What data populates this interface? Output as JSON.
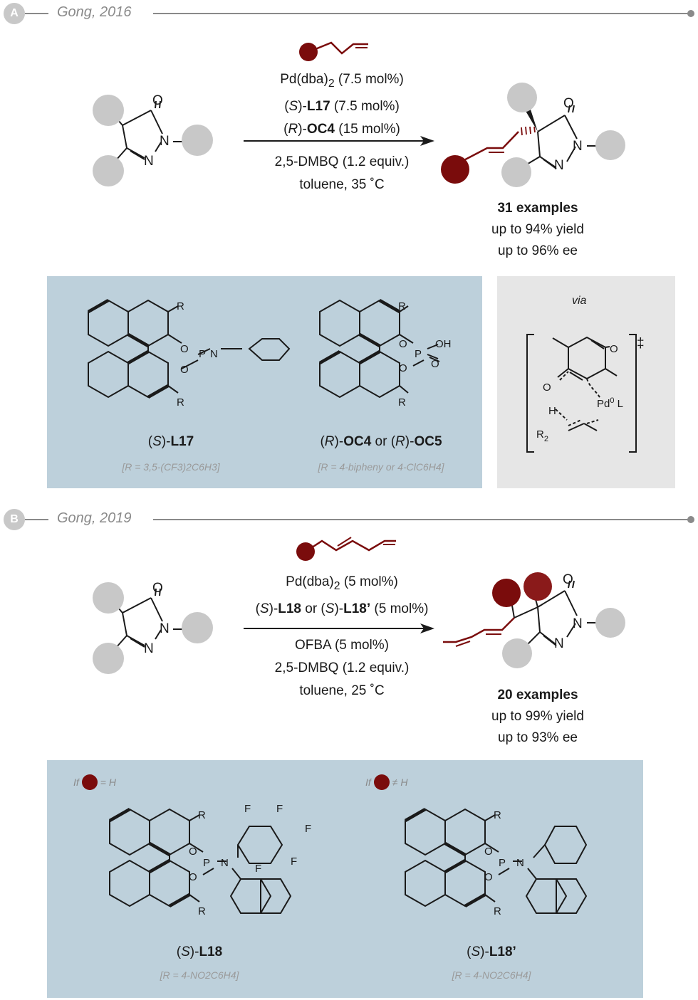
{
  "sectionA": {
    "badge": "A",
    "author": "Gong, 2016",
    "conditions": {
      "c1_pre": "Pd(dba)",
      "c1_sub": "2",
      "c1_post": " (7.5 mol%)",
      "c2_pre": "(",
      "c2_it": "S",
      "c2_mid": ")-",
      "c2_bold": "L17",
      "c2_post": " (7.5 mol%)",
      "c3_pre": "(",
      "c3_it": "R",
      "c3_mid": ")-",
      "c3_bold": "OC4",
      "c3_post": " (15 mol%)",
      "c4": "2,5-DMBQ (1.2 equiv.)",
      "c5": "toluene, 35 ˚C"
    },
    "result": {
      "examples": "31 examples",
      "yield": "up to 94% yield",
      "ee": "up to 96% ee"
    },
    "ligand1": {
      "cap_pre": "(",
      "cap_it": "S",
      "cap_mid": ")-",
      "cap_bold": "L17",
      "note": "[R = 3,5-(CF3)2C6H3]"
    },
    "ligand2": {
      "cap_pre": "(",
      "cap_it": "R",
      "cap_mid": ")-",
      "cap_bold": "OC4",
      "cap_or": " or (",
      "cap_it2": "R",
      "cap_mid2": ")-",
      "cap_bold2": "OC5",
      "note": "[R = 4-bipheny or 4-ClC6H4]"
    },
    "via": "via",
    "ts_mark": "‡",
    "pd_label": "Pd",
    "pd_sup": "0",
    "pd_l": " L",
    "r2": "R",
    "r2_sub": "2"
  },
  "sectionB": {
    "badge": "B",
    "author": "Gong, 2019",
    "conditions": {
      "c1_pre": "Pd(dba)",
      "c1_sub": "2",
      "c1_post": " (5 mol%)",
      "c2_pre": "(",
      "c2_it": "S",
      "c2_mid": ")-",
      "c2_bold": "L18",
      "c2_or": " or (",
      "c2_it2": "S",
      "c2_mid2": ")-",
      "c2_bold2": "L18’",
      "c2_post": " (5 mol%)",
      "c3": "OFBA (5 mol%)",
      "c4": "2,5-DMBQ (1.2 equiv.)",
      "c5": "toluene, 25 ˚C"
    },
    "result": {
      "examples": "20 examples",
      "yield": "up to 99% yield",
      "ee": "up to 93% ee"
    },
    "if1": {
      "pre": "If",
      "post": "= H"
    },
    "if2": {
      "pre": "If",
      "post": "≠ H"
    },
    "ligand1": {
      "cap_pre": "(",
      "cap_it": "S",
      "cap_mid": ")-",
      "cap_bold": "L18",
      "note": "[R = 4-NO2C6H4]"
    },
    "ligand2": {
      "cap_pre": "(",
      "cap_it": "S",
      "cap_mid": ")-",
      "cap_bold": "L18’",
      "note": "[R = 4-NO2C6H4]"
    }
  },
  "atoms": {
    "O": "O",
    "N": "N",
    "P": "P",
    "R": "R",
    "H": "H",
    "F": "F",
    "OH": "OH"
  },
  "colors": {
    "substituent_grey": "#c8c8c8",
    "allyl_red": "#7a0c0c",
    "panel_blue": "#bdd0db",
    "panel_grey": "#e6e6e6",
    "rule": "#8a8a8a"
  }
}
